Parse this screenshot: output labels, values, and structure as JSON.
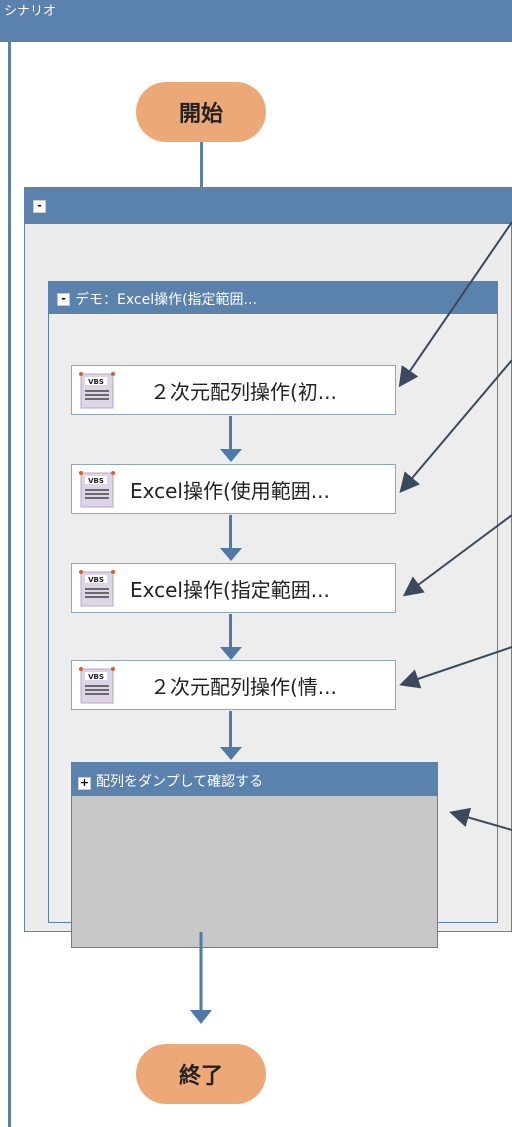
{
  "window": {
    "title": "シナリオ"
  },
  "flow": {
    "start_label": "開始",
    "end_label": "終了"
  },
  "outer_group": {
    "toggle": "-"
  },
  "inner_group": {
    "toggle": "-",
    "title": "デモ：Excel操作(指定範囲..."
  },
  "activities": [
    {
      "badge": "VBS",
      "label": "２次元配列操作(初..."
    },
    {
      "badge": "VBS",
      "label": "Excel操作(使用範囲..."
    },
    {
      "badge": "VBS",
      "label": "Excel操作(指定範囲..."
    },
    {
      "badge": "VBS",
      "label": "２次元配列操作(情..."
    }
  ],
  "collapsed_group": {
    "toggle": "+",
    "title": "配列をダンプして確認する"
  },
  "colors": {
    "frame": "#5b82ad",
    "pill": "#eda878",
    "arrow": "#4f79a6",
    "annotation_arrow": "#3a4a5c"
  },
  "icons": {
    "script": "vbs-script-icon"
  }
}
